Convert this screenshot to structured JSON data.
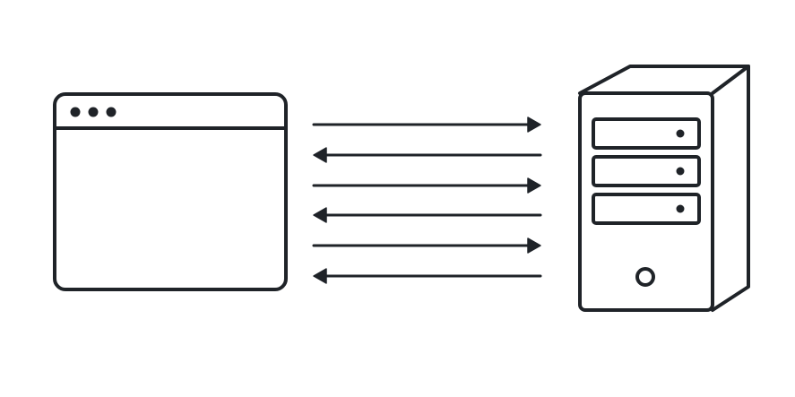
{
  "diagram": {
    "type": "client-server-exchange",
    "nodes": [
      {
        "id": "client",
        "icon": "browser-window-icon"
      },
      {
        "id": "server",
        "icon": "server-tower-icon"
      }
    ],
    "arrows": [
      {
        "from": "client",
        "to": "server",
        "direction": "right"
      },
      {
        "from": "server",
        "to": "client",
        "direction": "left"
      },
      {
        "from": "client",
        "to": "server",
        "direction": "right"
      },
      {
        "from": "server",
        "to": "client",
        "direction": "left"
      },
      {
        "from": "client",
        "to": "server",
        "direction": "right"
      },
      {
        "from": "server",
        "to": "client",
        "direction": "left"
      }
    ],
    "colors": {
      "stroke": "#1f2328",
      "background": "#ffffff"
    }
  }
}
